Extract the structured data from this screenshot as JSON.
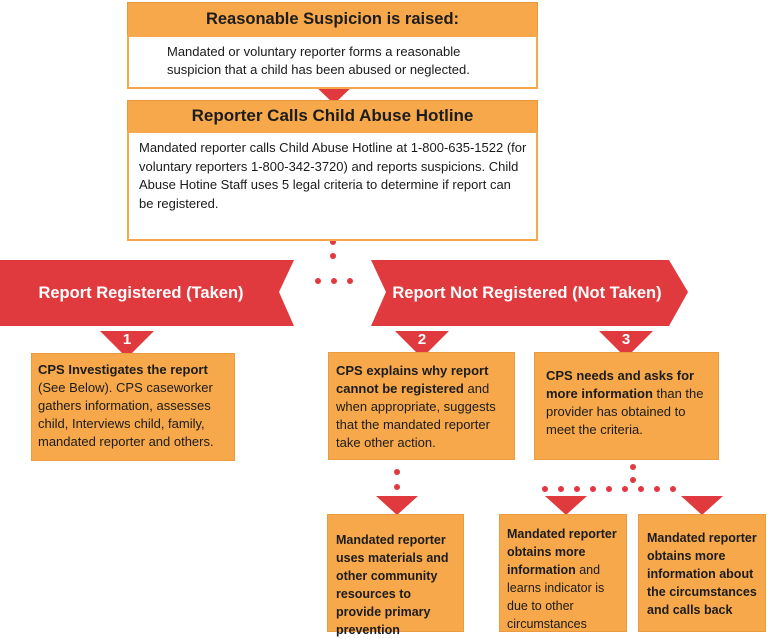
{
  "raised": {
    "title": "Reasonable Suspicion is raised:",
    "text": "Mandated or voluntary reporter forms a reasonable suspicion that a child has been abused or neglected."
  },
  "hotline": {
    "title": "Reporter Calls Child Abuse Hotline",
    "text": "Mandated reporter calls Child Abuse Hotline at 1-800-635-1522 (for voluntary reporters 1-800-342-3720) and reports suspicions. Child Abuse Hotine Staff uses 5 legal criteria to determine if report can be registered."
  },
  "registered": {
    "label": "Report Registered (Taken)"
  },
  "not_registered": {
    "label": "Report Not Registered (Not Taken)"
  },
  "markers": {
    "one": "1",
    "two": "2",
    "three": "3"
  },
  "box1": {
    "bold": "CPS Investigates the report",
    "text": " (See Below). CPS caseworker gathers information, assesses child, Interviews child, family, mandated reporter and others."
  },
  "box2": {
    "bold": "CPS explains why report cannot be registered",
    "text": " and when appropriate, suggests that the mandated reporter take other action."
  },
  "box3": {
    "bold1": "CPS needs and asks for more information",
    "text": " than the provider has obtained to meet the criteria."
  },
  "box4": {
    "bold": "Mandated reporter uses materials and other community resources to provide primary prevention"
  },
  "box5": {
    "bold": "Mandated reporter obtains more information",
    "text": " and learns indicator is due to other circumstances"
  },
  "box6": {
    "bold": "Mandated reporter obtains more information about the circumstances and calls back"
  },
  "colors": {
    "orange": "#f6a84a",
    "red": "#e03a3e",
    "white": "#ffffff"
  }
}
